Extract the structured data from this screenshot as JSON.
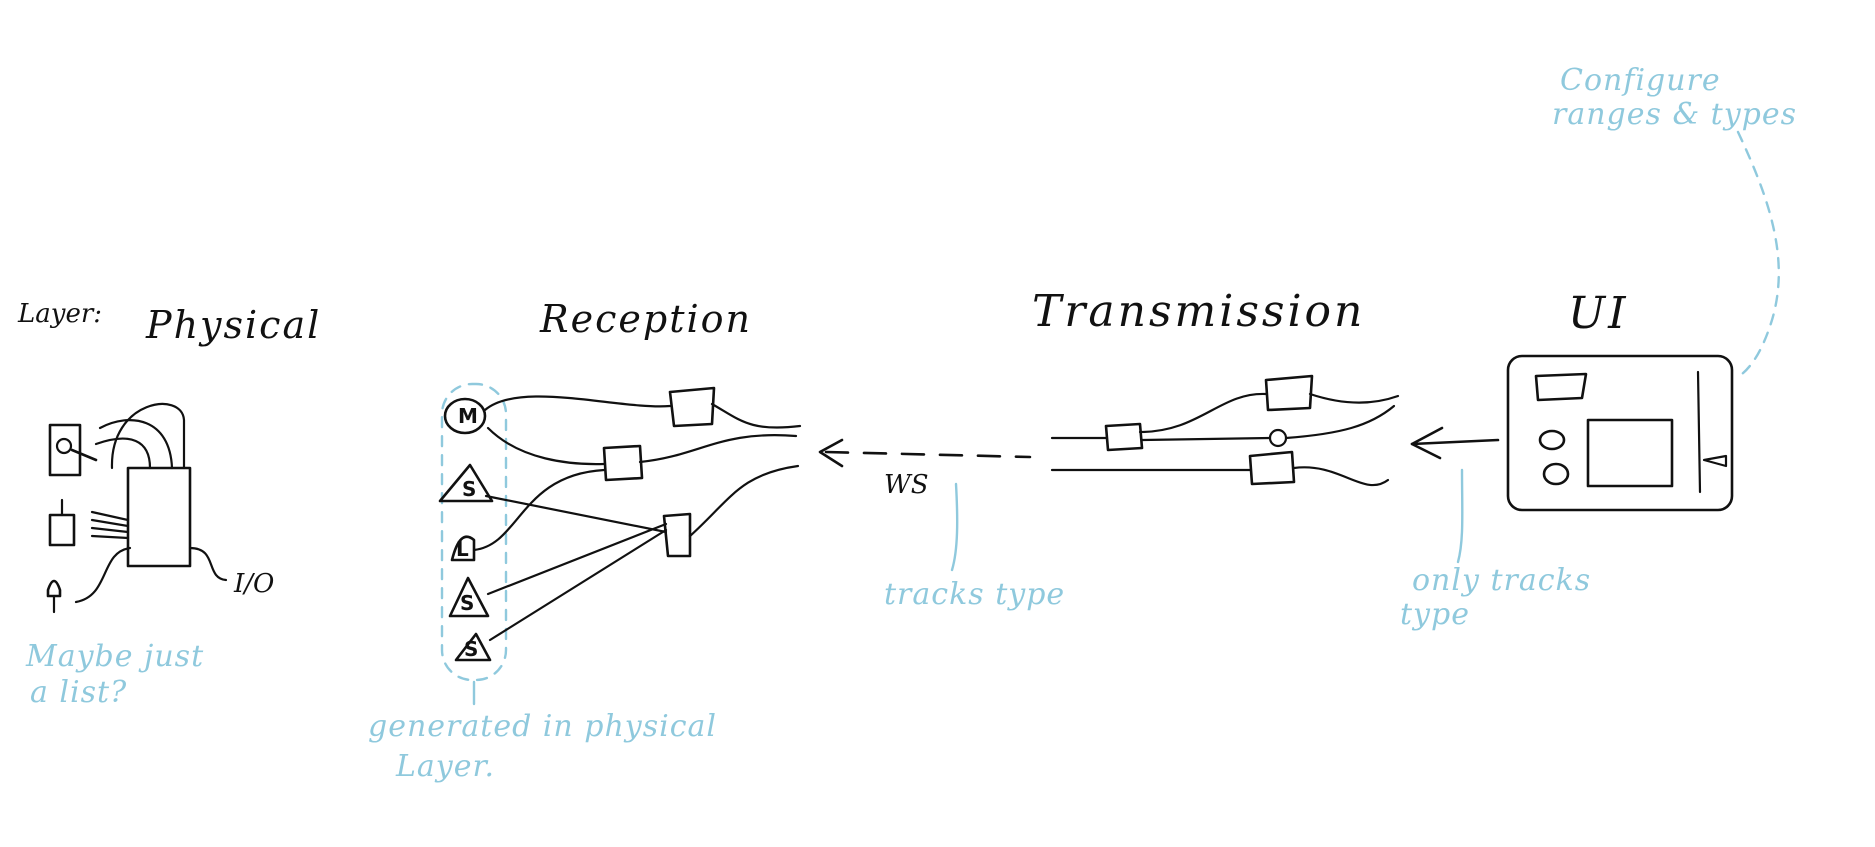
{
  "layers": {
    "prefix": "Layer:",
    "physical": "Physical",
    "reception": "Reception",
    "transmission": "Transmission",
    "ui": "UI"
  },
  "labels": {
    "io": "I/O",
    "ws": "WS"
  },
  "sensor_glyphs": [
    "M",
    "S",
    "L",
    "S",
    "S"
  ],
  "notes": {
    "physical_list": [
      "Maybe just",
      "a list?"
    ],
    "generated": [
      "generated in physical",
      "Layer."
    ],
    "tracks_type": "tracks type",
    "only_tracks_type": [
      "only tracks",
      "type"
    ],
    "configure": [
      "Configure",
      "ranges & types"
    ]
  },
  "colors": {
    "ink": "#111111",
    "annotation": "#8fc9dd"
  }
}
